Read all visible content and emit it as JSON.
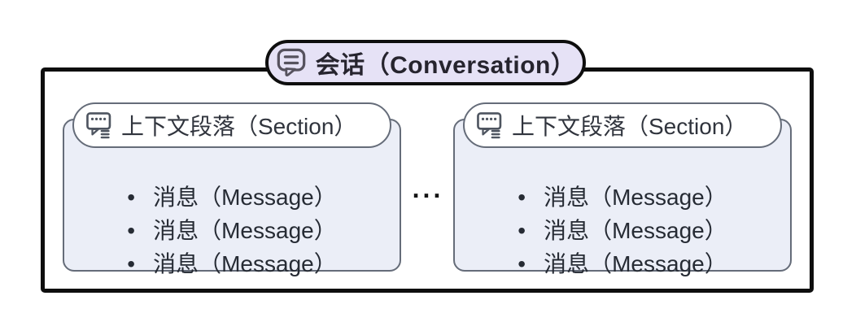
{
  "title": {
    "label": "会话（Conversation）",
    "icon": "conversation-bubble-icon"
  },
  "separator": "...",
  "sections": [
    {
      "header": "上下文段落（Section）",
      "icon": "section-bubble-list-icon",
      "messages": [
        "消息（Message）",
        "消息（Message）",
        "消息（Message）"
      ]
    },
    {
      "header": "上下文段落（Section）",
      "icon": "section-bubble-list-icon",
      "messages": [
        "消息（Message）",
        "消息（Message）",
        "消息（Message）"
      ]
    }
  ],
  "colors": {
    "outer_border": "#0e0e0e",
    "title_pill_bg": "#e6e2f6",
    "section_body_bg": "#ebeef7",
    "section_border": "#656c79",
    "icon_stroke": "#56525e",
    "text_dark": "#262b34"
  }
}
